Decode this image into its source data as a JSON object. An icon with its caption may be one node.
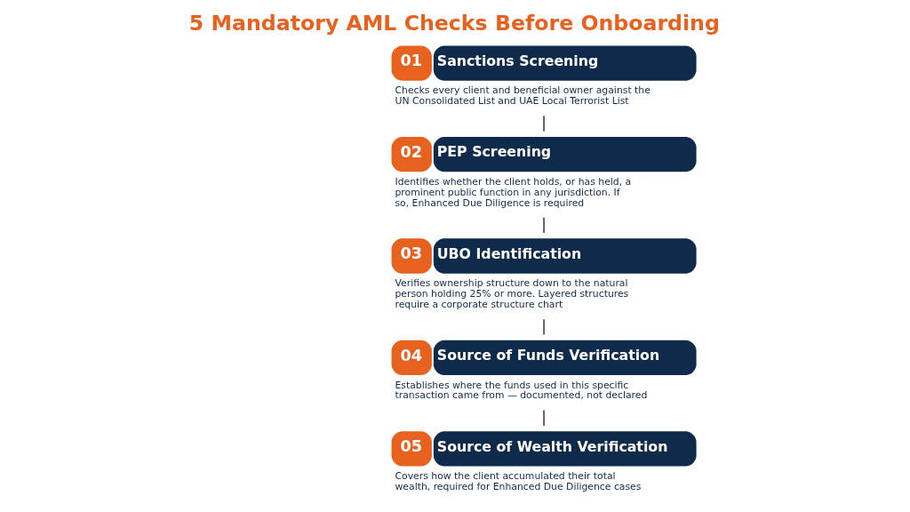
{
  "diagram": {
    "title": "5 Mandatory AML Checks Before Onboarding",
    "nodes": [
      {
        "text": [
          "01",
          "Sanctions Screening"
        ],
        "beside": [
          "Checks every client and beneficial owner against the UN Consolidated List and UAE Local Terrorist List"
        ]
      },
      {
        "text": [
          "02",
          "PEP Screening"
        ],
        "beside": [
          "Identifies whether the client holds, or has held, a prominent public function in any jurisdiction. If so, Enhanced Due Diligence is required"
        ]
      },
      {
        "text": [
          "03",
          "UBO Identification"
        ],
        "beside": [
          "Verifies ownership structure down to the natural person holding 25% or more. Layered structures require a corporate structure chart"
        ]
      },
      {
        "text": [
          "04",
          "Source of Funds Verification"
        ],
        "beside": [
          "Establishes where the funds used in this specific transaction came from — documented, not declared"
        ]
      },
      {
        "text": [
          "05",
          "Source of Wealth Verification"
        ],
        "beside": [
          "Covers how the client accumulated their total wealth, required for Enhanced Due Diligence cases"
        ]
      }
    ],
    "edges": [
      {
        "from": 0,
        "to": 1,
        "arrow": "none"
      },
      {
        "from": 1,
        "to": 2,
        "arrow": "none"
      },
      {
        "from": 2,
        "to": 3,
        "arrow": "none"
      },
      {
        "from": 3,
        "to": 4,
        "arrow": "none"
      }
    ]
  }
}
